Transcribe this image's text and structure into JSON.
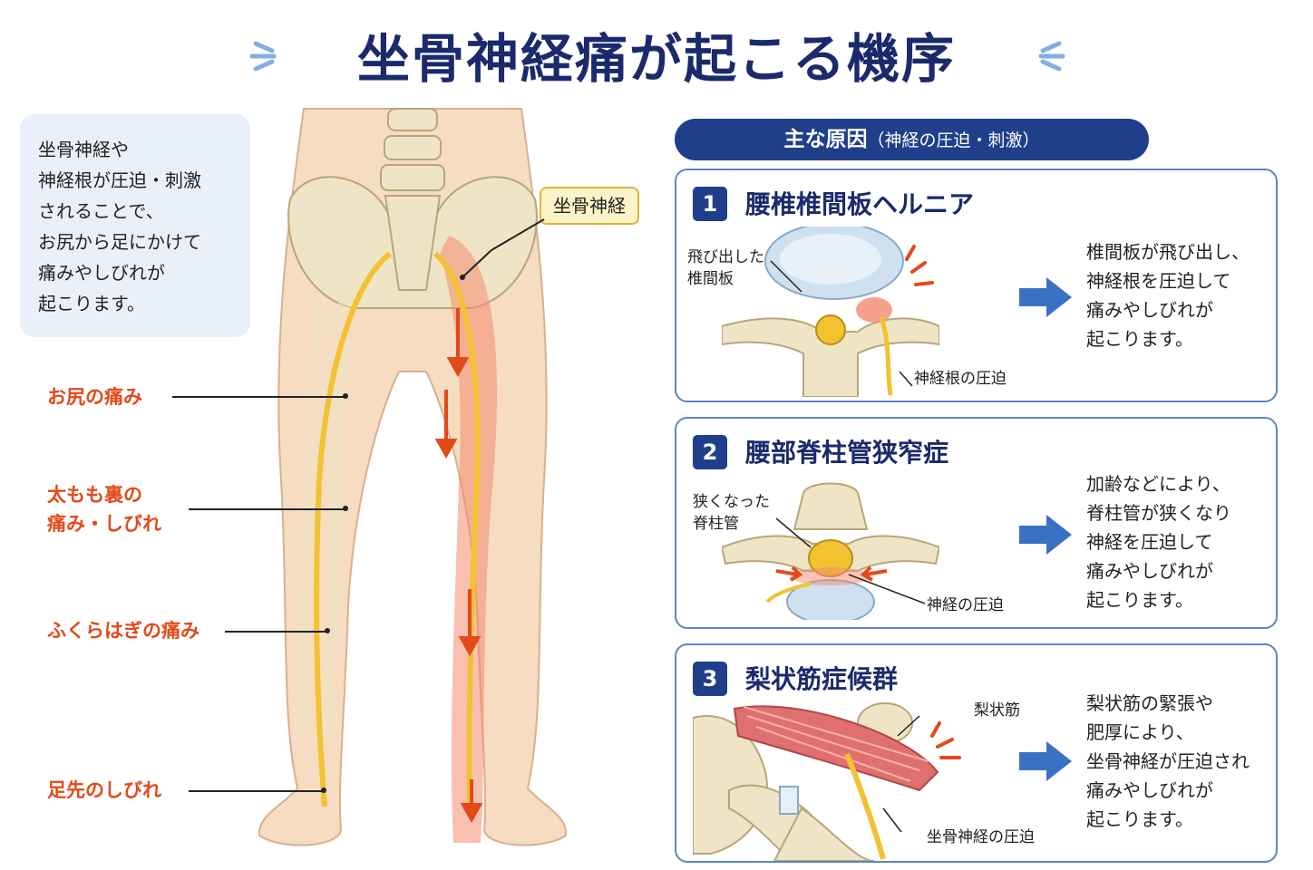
{
  "title": "坐骨神経痛が起こる機序",
  "intro_lines": [
    "坐骨神経や",
    "神経根が圧迫・刺激",
    "されることで、",
    "お尻から足にかけて",
    "痛みやしびれが",
    "起こります。"
  ],
  "nerve_label": "坐骨神経",
  "symptoms": {
    "buttock": [
      "お尻の痛み"
    ],
    "thigh": [
      "太もも裏の",
      "痛み・しびれ"
    ],
    "calf": [
      "ふくらはぎの痛み"
    ],
    "foot": [
      "足先のしびれ"
    ]
  },
  "causes_header": {
    "main": "主な原因",
    "sub": "（神経の圧迫・刺激）"
  },
  "causes": [
    {
      "number": "1",
      "title": "腰椎椎間板ヘルニア",
      "labels": {
        "a": [
          "飛び出した",
          "椎間板"
        ],
        "b": [
          "神経根の圧迫"
        ]
      },
      "description": [
        "椎間板が飛び出し、",
        "神経根を圧迫して",
        "痛みやしびれが",
        "起こります。"
      ]
    },
    {
      "number": "2",
      "title": "腰部脊柱管狭窄症",
      "labels": {
        "a": [
          "狭くなった",
          "脊柱管"
        ],
        "b": [
          "神経の圧迫"
        ]
      },
      "description": [
        "加齢などにより、",
        "脊柱管が狭くなり",
        "神経を圧迫して",
        "痛みやしびれが",
        "起こります。"
      ]
    },
    {
      "number": "3",
      "title": "梨状筋症候群",
      "labels": {
        "a": [
          "梨状筋"
        ],
        "b": [
          "坐骨神経の圧迫"
        ]
      },
      "description": [
        "梨状筋の緊張や",
        "肥厚により、",
        "坐骨神経が圧迫され",
        "痛みやしびれが",
        "起こります。"
      ]
    }
  ],
  "colors": {
    "navy": "#1b2a6b",
    "accent_blue": "#1f3f8a",
    "symptom_red": "#e24a1a",
    "nerve_yellow": "#f2c230",
    "skin": "#f6dcc0",
    "bone": "#efe4c6"
  }
}
